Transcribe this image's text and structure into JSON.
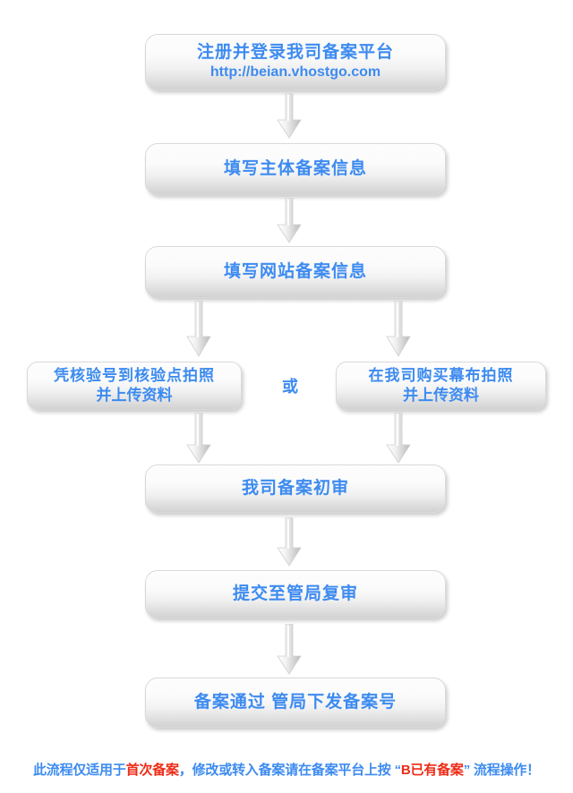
{
  "diagram": {
    "title_color": "#3d8bf0",
    "highlight_color": "#ee2b16",
    "nodes": [
      {
        "id": "register",
        "line1": "注册并登录我司备案平台",
        "line2": "http://beian.vhostgo.com"
      },
      {
        "id": "subject",
        "line1": "填写主体备案信息",
        "line2": ""
      },
      {
        "id": "website",
        "line1": "填写网站备案信息",
        "line2": ""
      },
      {
        "id": "branch_left",
        "line1": "凭核验号到核验点拍照",
        "line2": "并上传资料"
      },
      {
        "id": "branch_right",
        "line1": "在我司购买幕布拍照",
        "line2": "并上传资料"
      },
      {
        "id": "prereview",
        "line1": "我司备案初审",
        "line2": ""
      },
      {
        "id": "submit",
        "line1": "提交至管局复审",
        "line2": ""
      },
      {
        "id": "pass",
        "line1": "备案通过  管局下发备案号",
        "line2": ""
      }
    ],
    "connector_label": "或",
    "arrows": [
      {
        "name": "arrow-register-to-subject",
        "direction": "down"
      },
      {
        "name": "arrow-subject-to-website",
        "direction": "down"
      },
      {
        "name": "arrow-website-to-branch-left",
        "direction": "down"
      },
      {
        "name": "arrow-website-to-branch-right",
        "direction": "down"
      },
      {
        "name": "arrow-branch-left-to-prereview",
        "direction": "down"
      },
      {
        "name": "arrow-branch-right-to-prereview",
        "direction": "down"
      },
      {
        "name": "arrow-prereview-to-submit",
        "direction": "down"
      },
      {
        "name": "arrow-submit-to-pass",
        "direction": "down"
      }
    ]
  },
  "footer": {
    "part1": "此流程仅适用于",
    "highlight1": "首次备案",
    "part2": "，修改或转入备案请在备案平台上按 “",
    "highlight2": "B已有备案",
    "part3": "” 流程操作！"
  }
}
